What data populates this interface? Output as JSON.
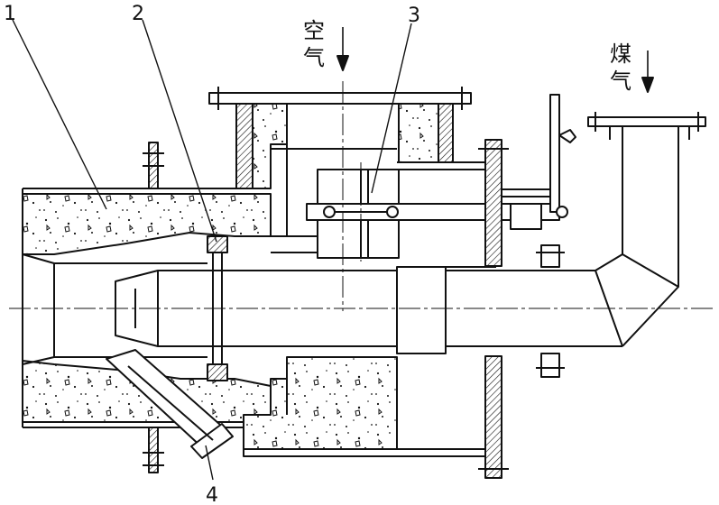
{
  "labels": {
    "part1": "1",
    "part2": "2",
    "part3": "3",
    "part4": "4",
    "air": [
      "空",
      "气"
    ],
    "gas": [
      "煤",
      "气"
    ]
  },
  "colors": {
    "ink": "#111111",
    "fill": "#ffffff"
  }
}
